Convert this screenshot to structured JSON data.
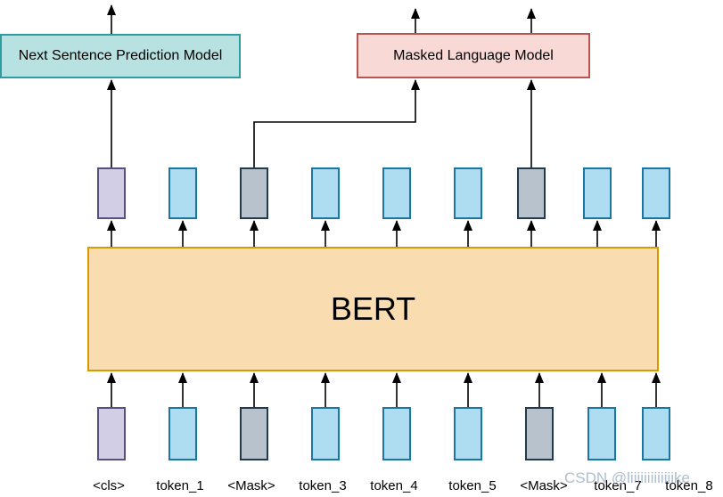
{
  "boxes": {
    "nsp": "Next Sentence Prediction Model",
    "mlm": "Masked Language Model",
    "bert": "BERT"
  },
  "tokens": [
    {
      "label": "<cls>",
      "type": "cls"
    },
    {
      "label": "token_1",
      "type": "token"
    },
    {
      "label": "<Mask>",
      "type": "mask"
    },
    {
      "label": "token_3",
      "type": "token"
    },
    {
      "label": "token_4",
      "type": "token"
    },
    {
      "label": "token_5",
      "type": "token"
    },
    {
      "label": "<Mask>",
      "type": "mask"
    },
    {
      "label": "token_7",
      "type": "token"
    },
    {
      "label": "token_8",
      "type": "token"
    }
  ],
  "watermark": "CSDN @liiiiiiiiiiiiike",
  "colors": {
    "nsp_fill": "#b8e1e1",
    "nsp_stroke": "#2e9d9d",
    "mlm_fill": "#f9d9d6",
    "mlm_stroke": "#b85450",
    "bert_fill": "#f9dcb0",
    "bert_stroke": "#d79b00",
    "cls_fill": "#d2cee6",
    "cls_stroke": "#56517e",
    "token_fill": "#aedcf0",
    "token_stroke": "#1a76a2",
    "mask_fill": "#b7c2cc",
    "mask_stroke": "#23394d",
    "line": "#000000",
    "watermark_color": "#9aaec2"
  }
}
